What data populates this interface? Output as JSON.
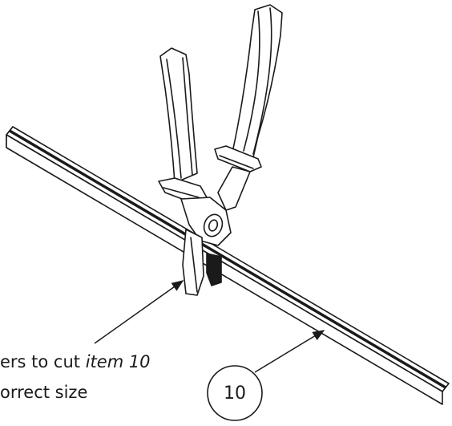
{
  "instruction": {
    "line1_lead": "ers to cut ",
    "line1_item": "item 10",
    "line2": "orrect size"
  },
  "callout": {
    "number": "10"
  },
  "colors": {
    "ink": "#1a1a1a",
    "background": "#ffffff"
  },
  "icons": {
    "tool": "pliers-illustration",
    "part": "strip-bar-illustration"
  }
}
